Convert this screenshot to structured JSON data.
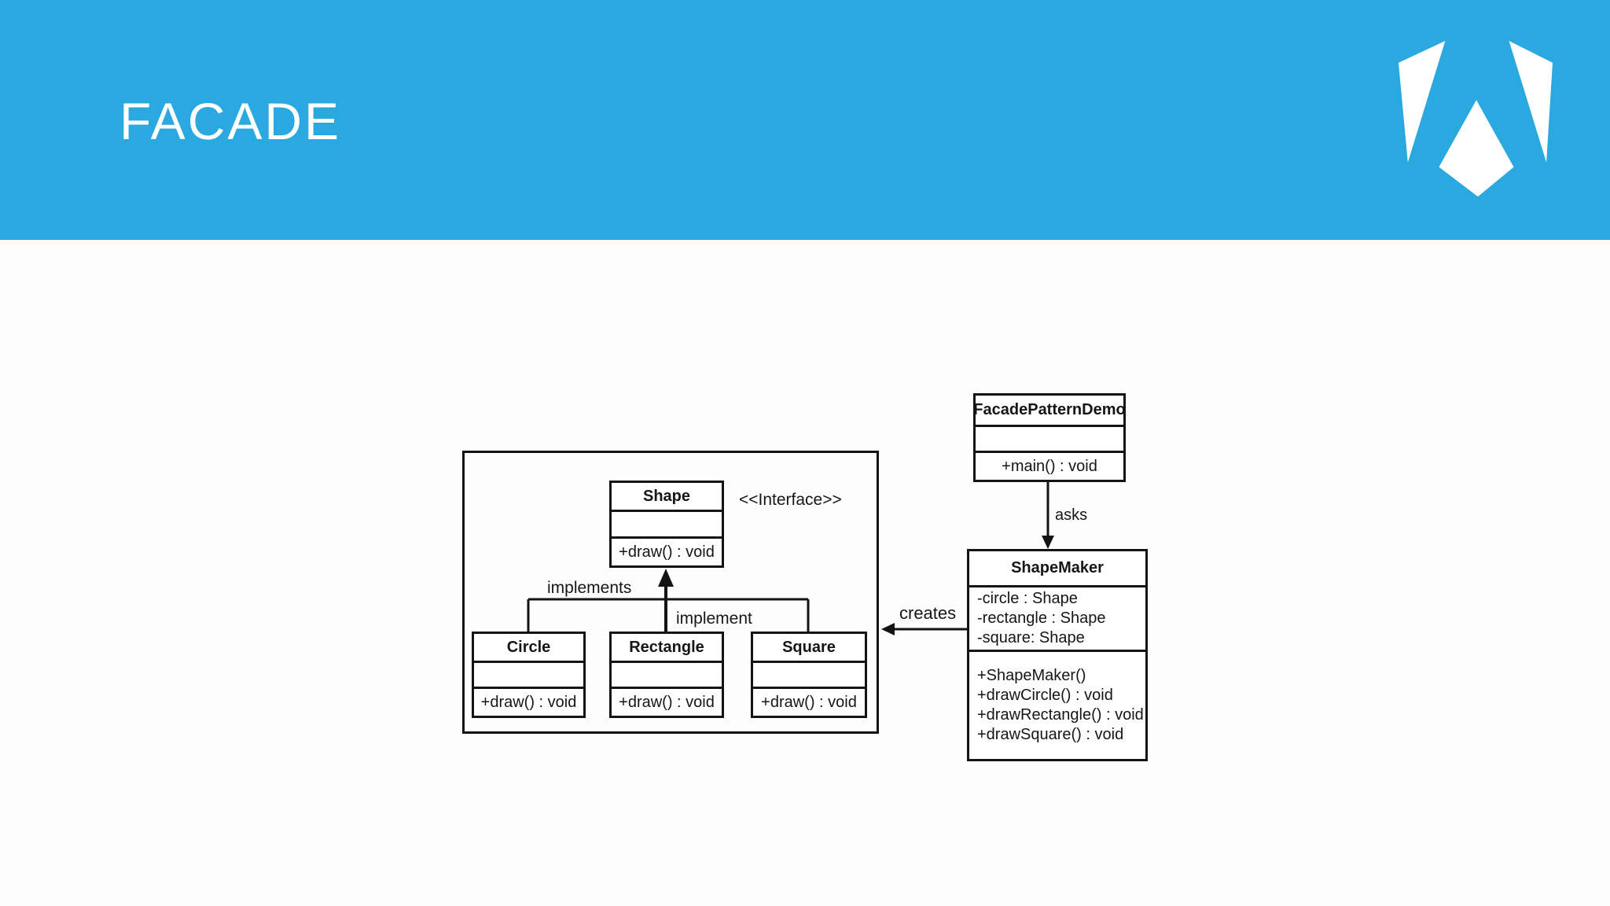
{
  "slide": {
    "title": "FACADE",
    "accent_color": "#2AA8E0",
    "logo_icon": "angular-a-mark",
    "background_color": "#FFFFFF",
    "line_color": "#141414"
  },
  "diagram": {
    "stereotype_label": "<<Interface>>",
    "relation_labels": {
      "asks": "asks",
      "creates": "creates",
      "implements": "implements",
      "implement": "implement"
    },
    "classes": [
      {
        "name": "FacadePatternDemo",
        "attributes": [],
        "methods": [
          "+main() : void"
        ]
      },
      {
        "name": "ShapeMaker",
        "attributes": [
          "-circle : Shape",
          "-rectangle : Shape",
          "-square: Shape"
        ],
        "methods": [
          "+ShapeMaker()",
          "+drawCircle() : void",
          "+drawRectangle() : void",
          "+drawSquare() : void"
        ]
      },
      {
        "name": "Shape",
        "attributes": [],
        "methods": [
          "+draw() : void"
        ]
      },
      {
        "name": "Circle",
        "attributes": [],
        "methods": [
          "+draw() : void"
        ]
      },
      {
        "name": "Rectangle",
        "attributes": [],
        "methods": [
          "+draw() : void"
        ]
      },
      {
        "name": "Square",
        "attributes": [],
        "methods": [
          "+draw() : void"
        ]
      }
    ]
  }
}
